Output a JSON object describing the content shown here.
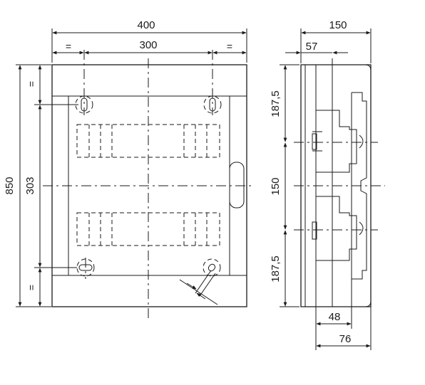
{
  "front_view": {
    "overall_width": "400",
    "hole_spacing_width": "300",
    "overall_height": "850",
    "hole_spacing_height": "303",
    "equal_mark": "="
  },
  "side_view": {
    "depth": "150",
    "front_offset": "57",
    "upper_segment": "187,5",
    "middle_segment": "150",
    "lower_segment": "187,5",
    "rail_depth_1": "48",
    "rail_depth_2": "76"
  }
}
